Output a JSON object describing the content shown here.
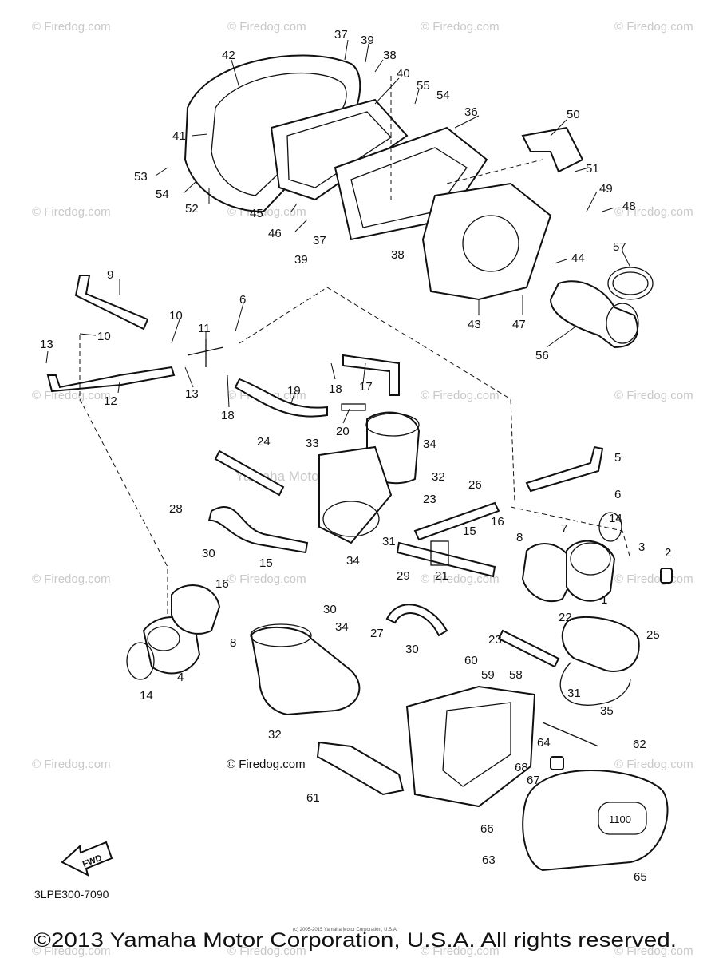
{
  "watermark": "© Firedog.com",
  "center_watermark": "© Firedog.com",
  "diagram_overlay_text": "Yamaha Motor Corp. U.S.A.",
  "drawing_code": "3LPE300-7090",
  "fwd_label": "FWD",
  "badge_text": "1100",
  "footer_small_text": "(c) 2005-2015 Yamaha Motor Corporation, U.S.A.",
  "footer_copyright": "©2013 Yamaha Motor Corporation, U.S.A. All rights reserved.",
  "callouts": [
    "37",
    "39",
    "38",
    "42",
    "40",
    "55",
    "54",
    "36",
    "50",
    "41",
    "53",
    "54",
    "52",
    "51",
    "49",
    "48",
    "45",
    "46",
    "37",
    "39",
    "38",
    "44",
    "57",
    "9",
    "6",
    "10",
    "10",
    "13",
    "11",
    "13",
    "12",
    "18",
    "17",
    "18",
    "19",
    "20",
    "43",
    "47",
    "56",
    "24",
    "33",
    "34",
    "32",
    "5",
    "6",
    "28",
    "23",
    "26",
    "15",
    "16",
    "8",
    "7",
    "14",
    "3",
    "2",
    "30",
    "31",
    "34",
    "15",
    "29",
    "21",
    "16",
    "1",
    "8",
    "30",
    "34",
    "27",
    "23",
    "22",
    "25",
    "30",
    "60",
    "59",
    "58",
    "31",
    "35",
    "4",
    "14",
    "32",
    "62",
    "64",
    "68",
    "67",
    "61",
    "66",
    "63",
    "65"
  ]
}
